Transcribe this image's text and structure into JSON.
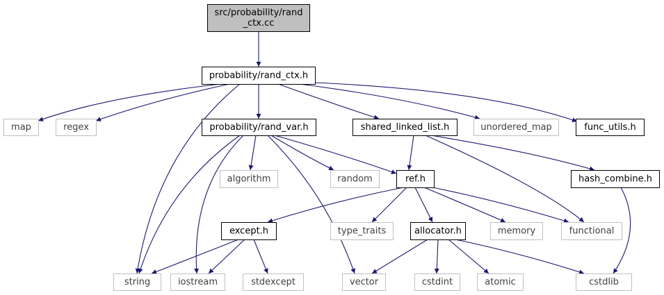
{
  "diagram": {
    "edge_color": "#191970",
    "nodes": [
      {
        "id": "root",
        "lines": [
          "src/probability/rand",
          "_ctx.cc"
        ],
        "style": "root"
      },
      {
        "id": "rand_ctx_h",
        "lines": [
          "probability/rand_ctx.h"
        ],
        "style": "internal"
      },
      {
        "id": "map",
        "lines": [
          "map"
        ],
        "style": "external"
      },
      {
        "id": "regex",
        "lines": [
          "regex"
        ],
        "style": "external"
      },
      {
        "id": "rand_var_h",
        "lines": [
          "probability/rand_var.h"
        ],
        "style": "internal"
      },
      {
        "id": "shared_linked_list_h",
        "lines": [
          "shared_linked_list.h"
        ],
        "style": "internal"
      },
      {
        "id": "unordered_map",
        "lines": [
          "unordered_map"
        ],
        "style": "external"
      },
      {
        "id": "func_utils_h",
        "lines": [
          "func_utils.h"
        ],
        "style": "internal"
      },
      {
        "id": "algorithm",
        "lines": [
          "algorithm"
        ],
        "style": "external"
      },
      {
        "id": "random",
        "lines": [
          "random"
        ],
        "style": "external"
      },
      {
        "id": "ref_h",
        "lines": [
          "ref.h"
        ],
        "style": "internal"
      },
      {
        "id": "hash_combine_h",
        "lines": [
          "hash_combine.h"
        ],
        "style": "internal"
      },
      {
        "id": "except_h",
        "lines": [
          "except.h"
        ],
        "style": "internal"
      },
      {
        "id": "type_traits",
        "lines": [
          "type_traits"
        ],
        "style": "external"
      },
      {
        "id": "allocator_h",
        "lines": [
          "allocator.h"
        ],
        "style": "internal"
      },
      {
        "id": "memory",
        "lines": [
          "memory"
        ],
        "style": "external"
      },
      {
        "id": "functional",
        "lines": [
          "functional"
        ],
        "style": "external"
      },
      {
        "id": "string",
        "lines": [
          "string"
        ],
        "style": "external"
      },
      {
        "id": "iostream",
        "lines": [
          "iostream"
        ],
        "style": "external"
      },
      {
        "id": "stdexcept",
        "lines": [
          "stdexcept"
        ],
        "style": "external"
      },
      {
        "id": "vector",
        "lines": [
          "vector"
        ],
        "style": "external"
      },
      {
        "id": "cstdint",
        "lines": [
          "cstdint"
        ],
        "style": "external"
      },
      {
        "id": "atomic",
        "lines": [
          "atomic"
        ],
        "style": "external"
      },
      {
        "id": "cstdlib",
        "lines": [
          "cstdlib"
        ],
        "style": "external"
      }
    ],
    "edges": [
      [
        "root",
        "rand_ctx_h"
      ],
      [
        "rand_ctx_h",
        "map"
      ],
      [
        "rand_ctx_h",
        "regex"
      ],
      [
        "rand_ctx_h",
        "rand_var_h"
      ],
      [
        "rand_ctx_h",
        "shared_linked_list_h"
      ],
      [
        "rand_ctx_h",
        "unordered_map"
      ],
      [
        "rand_ctx_h",
        "func_utils_h"
      ],
      [
        "rand_ctx_h",
        "string"
      ],
      [
        "rand_var_h",
        "algorithm"
      ],
      [
        "rand_var_h",
        "random"
      ],
      [
        "rand_var_h",
        "ref_h"
      ],
      [
        "rand_var_h",
        "string"
      ],
      [
        "rand_var_h",
        "iostream"
      ],
      [
        "rand_var_h",
        "vector"
      ],
      [
        "shared_linked_list_h",
        "ref_h"
      ],
      [
        "shared_linked_list_h",
        "hash_combine_h"
      ],
      [
        "shared_linked_list_h",
        "functional"
      ],
      [
        "ref_h",
        "except_h"
      ],
      [
        "ref_h",
        "type_traits"
      ],
      [
        "ref_h",
        "allocator_h"
      ],
      [
        "ref_h",
        "memory"
      ],
      [
        "ref_h",
        "functional"
      ],
      [
        "hash_combine_h",
        "cstdlib"
      ],
      [
        "except_h",
        "string"
      ],
      [
        "except_h",
        "iostream"
      ],
      [
        "except_h",
        "stdexcept"
      ],
      [
        "allocator_h",
        "vector"
      ],
      [
        "allocator_h",
        "cstdint"
      ],
      [
        "allocator_h",
        "atomic"
      ],
      [
        "allocator_h",
        "cstdlib"
      ]
    ]
  }
}
